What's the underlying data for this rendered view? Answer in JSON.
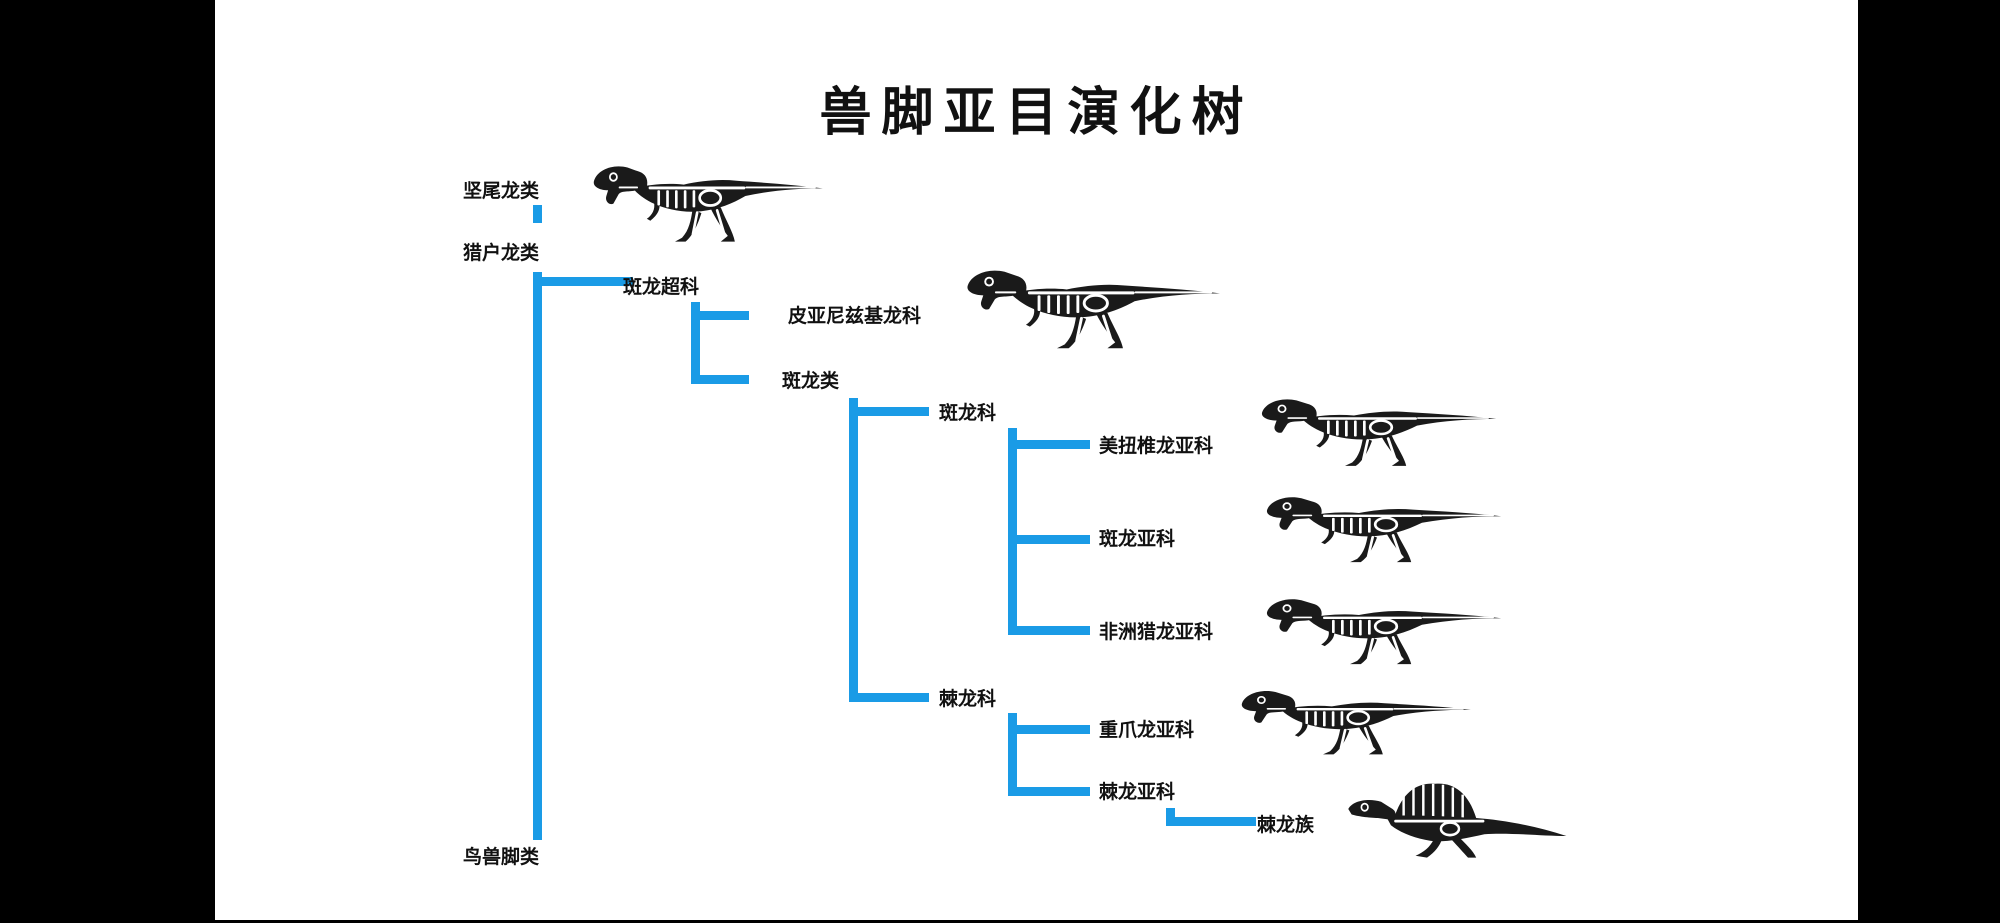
{
  "title": "兽脚亚目演化树",
  "colors": {
    "line": "#1a9be6",
    "background": "#ffffff",
    "frame": "#000000",
    "text": "#111111"
  },
  "nodes": {
    "ceratosauria": "坚尾龙类",
    "avetheropoda": "猎户龙类",
    "megalosauroidea": "斑龙超科",
    "piatnitzkysauridae": "皮亚尼兹基龙科",
    "megalosauria": "斑龙类",
    "megalosauridae": "斑龙科",
    "eustreptospondylinae": "美扭椎龙亚科",
    "megalosaurinae": "斑龙亚科",
    "afrovenatorinae": "非洲猎龙亚科",
    "spinosauridae": "棘龙科",
    "baryonychinae": "重爪龙亚科",
    "spinosaurinae": "棘龙亚科",
    "spinosaurini": "棘龙族",
    "avialae": "鸟兽脚类"
  },
  "silhouettes": [
    "dinosaur-skeleton-icon",
    "dinosaur-skeleton-icon",
    "dinosaur-skeleton-icon",
    "dinosaur-skeleton-icon",
    "dinosaur-skeleton-icon",
    "dinosaur-skeleton-icon",
    "spinosaurus-skeleton-icon"
  ]
}
